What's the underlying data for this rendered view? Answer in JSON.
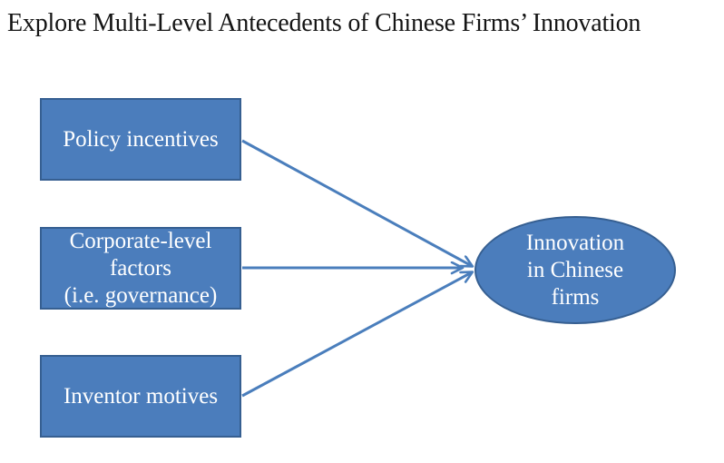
{
  "title": "Explore Multi-Level Antecedents of Chinese Firms’ Innovation",
  "colors": {
    "shape_fill": "#4b7dbc",
    "shape_border": "#365f91",
    "arrow": "#4a7ebc",
    "shape_text": "#ffffff",
    "title_text": "#141414",
    "background": "#ffffff"
  },
  "shapes": {
    "policy": {
      "label": "Policy incentives"
    },
    "corporate": {
      "lines": [
        "Corporate-level",
        "factors",
        "(i.e. governance)"
      ]
    },
    "inventor": {
      "label": "Inventor motives"
    },
    "innovation": {
      "lines": [
        "Innovation",
        "in Chinese",
        "firms"
      ]
    }
  },
  "arrows": [
    {
      "from": "policy",
      "to": "innovation"
    },
    {
      "from": "corporate",
      "to": "innovation"
    },
    {
      "from": "inventor",
      "to": "innovation"
    }
  ]
}
